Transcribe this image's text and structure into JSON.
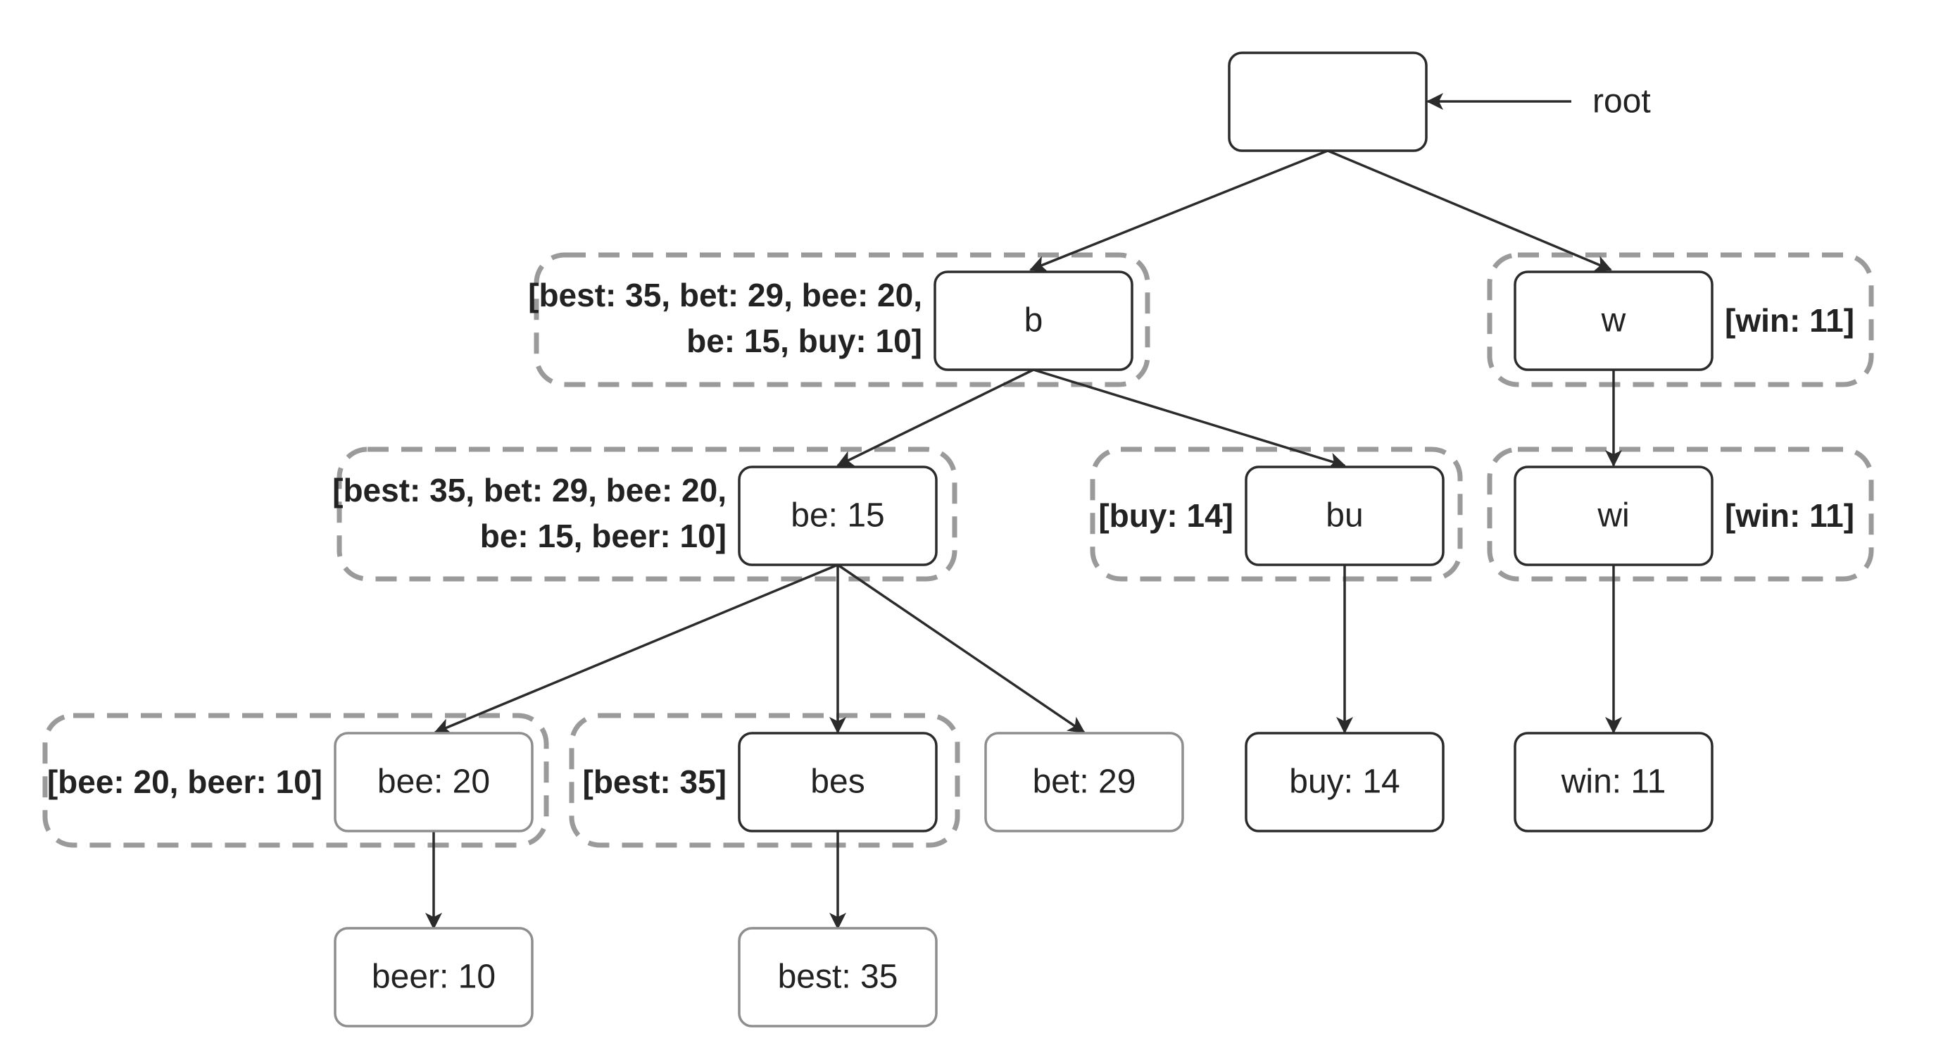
{
  "diagram": {
    "root_label": "root",
    "nodes": {
      "root": "",
      "b": "b",
      "w": "w",
      "be": "be: 15",
      "bu": "bu",
      "wi": "wi",
      "bee": "bee: 20",
      "bes": "bes",
      "bet": "bet: 29",
      "buy": "buy: 14",
      "win": "win: 11",
      "beer": "beer: 10",
      "best": "best: 35"
    },
    "caches": {
      "b_line1": "[best: 35, bet: 29, bee: 20,",
      "b_line2": "be: 15, buy: 10]",
      "w": "[win: 11]",
      "be_line1": "[best: 35, bet: 29, bee: 20,",
      "be_line2": "be: 15, beer: 10]",
      "bu": "[buy: 14]",
      "wi": "[win: 11]",
      "bee": "[bee: 20, beer: 10]",
      "bes": "[best: 35]"
    }
  }
}
